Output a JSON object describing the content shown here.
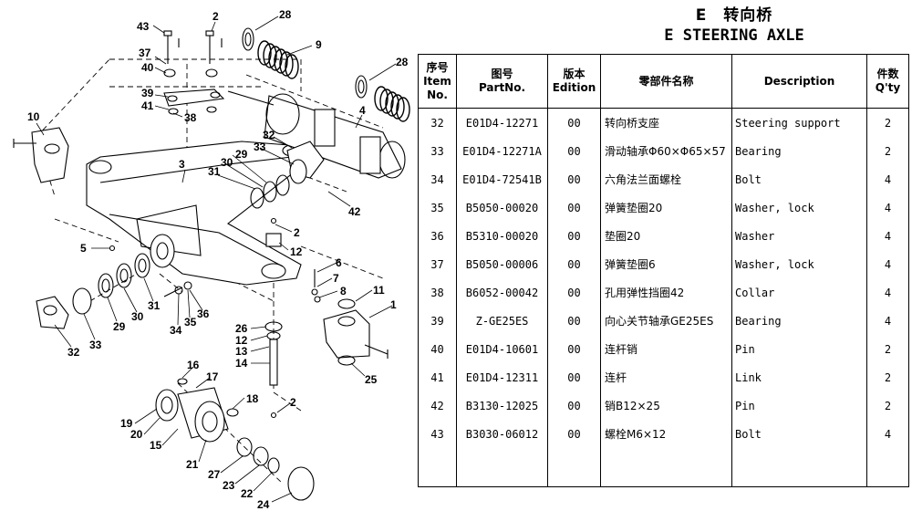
{
  "title": {
    "section_cn": "E　转向桥",
    "section_en": "E  STEERING AXLE"
  },
  "table": {
    "headers": {
      "item": [
        "序号",
        "Item",
        "No."
      ],
      "part_no": [
        "图号",
        "PartNo."
      ],
      "edition": [
        "版本",
        "Edition"
      ],
      "name_cn": "零部件名称",
      "description": "Description",
      "qty": [
        "件数",
        "Q'ty"
      ]
    },
    "rows": [
      {
        "item": "32",
        "part_no": "E01D4-12271",
        "edition": "00",
        "name_cn": "转向桥支座",
        "description": "Steering support",
        "qty": "2"
      },
      {
        "item": "33",
        "part_no": "E01D4-12271A",
        "edition": "00",
        "name_cn": "滑动轴承Φ60×Φ65×57",
        "description": "Bearing",
        "qty": "2"
      },
      {
        "item": "34",
        "part_no": "E01D4-72541B",
        "edition": "00",
        "name_cn": "六角法兰面螺栓",
        "description": "Bolt",
        "qty": "4"
      },
      {
        "item": "35",
        "part_no": "B5050-00020",
        "edition": "00",
        "name_cn": "弹簧垫圈20",
        "description": "Washer, lock",
        "qty": "4"
      },
      {
        "item": "36",
        "part_no": "B5310-00020",
        "edition": "00",
        "name_cn": "垫圈20",
        "description": "Washer",
        "qty": "4"
      },
      {
        "item": "37",
        "part_no": "B5050-00006",
        "edition": "00",
        "name_cn": "弹簧垫圈6",
        "description": "Washer, lock",
        "qty": "4"
      },
      {
        "item": "38",
        "part_no": "B6052-00042",
        "edition": "00",
        "name_cn": "孔用弹性挡圈42",
        "description": "Collar",
        "qty": "4"
      },
      {
        "item": "39",
        "part_no": "Z-GE25ES",
        "edition": "00",
        "name_cn": "向心关节轴承GE25ES",
        "description": "Bearing",
        "qty": "4"
      },
      {
        "item": "40",
        "part_no": "E01D4-10601",
        "edition": "00",
        "name_cn": "连杆销",
        "description": "Pin",
        "qty": "2"
      },
      {
        "item": "41",
        "part_no": "E01D4-12311",
        "edition": "00",
        "name_cn": "连杆",
        "description": "Link",
        "qty": "2"
      },
      {
        "item": "42",
        "part_no": "B3130-12025",
        "edition": "00",
        "name_cn": "销B12×25",
        "description": "Pin",
        "qty": "2"
      },
      {
        "item": "43",
        "part_no": "B3030-06012",
        "edition": "00",
        "name_cn": "螺栓M6×12",
        "description": "Bolt",
        "qty": "4"
      }
    ]
  },
  "diagram": {
    "callouts": {
      "c43": "43",
      "c2a": "2",
      "c28a": "28",
      "c9": "9",
      "c28b": "28",
      "c37": "37",
      "c40": "40",
      "c39": "39",
      "c41": "41",
      "c38": "38",
      "c4": "4",
      "c10": "10",
      "c3": "3",
      "c32a": "32",
      "c29a": "29",
      "c33a": "33",
      "c31a": "31",
      "c30a": "30",
      "c42": "42",
      "c2b": "2",
      "c12a": "12",
      "c5": "5",
      "c6": "6",
      "c7": "7",
      "c8": "8",
      "c11": "11",
      "c1": "1",
      "c29b": "29",
      "c30b": "30",
      "c31b": "31",
      "c34": "34",
      "c35": "35",
      "c36": "36",
      "c32b": "32",
      "c33b": "33",
      "c26": "26",
      "c12b": "12",
      "c13": "13",
      "c14": "14",
      "c25": "25",
      "c16": "16",
      "c17": "17",
      "c18": "18",
      "c2c": "2",
      "c19": "19",
      "c20": "20",
      "c15": "15",
      "c21": "21",
      "c27": "27",
      "c23": "23",
      "c22": "22",
      "c24": "24"
    }
  }
}
